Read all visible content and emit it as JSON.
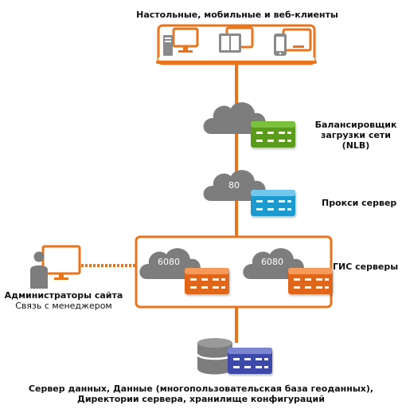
{
  "clients": {
    "label": "Настольные, мобильные и веб-клиенты"
  },
  "load_balancer": {
    "label_line1": "Балансировщик",
    "label_line2": "загрузки сети",
    "label_line3": "(NLB)"
  },
  "proxy": {
    "label": "Прокси сервер",
    "port": "80"
  },
  "gis": {
    "label": "ГИС серверы",
    "port_a": "6080",
    "port_b": "6080"
  },
  "admin": {
    "label_title": "Администраторы сайта",
    "label_subtitle": "Связь с менеджером"
  },
  "data_server": {
    "label_line1": "Сервер данных, Данные (многопользовательская база геоданных),",
    "label_line2": "Директории сервера, хранилище конфигураций"
  },
  "colors": {
    "accent_orange": "#e8741e",
    "cloud_gray": "#7d7d7d",
    "nlb_green": "#5a9a1e",
    "proxy_blue": "#1e9ad0",
    "gis_orange": "#e0661c",
    "db_purple": "#3c4aa8",
    "device_gray": "#8a8a8a"
  }
}
